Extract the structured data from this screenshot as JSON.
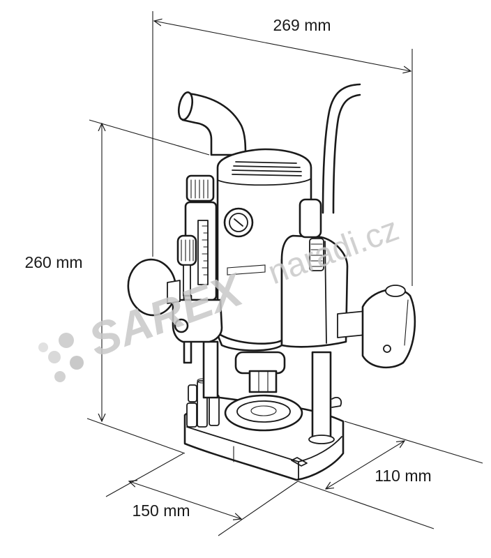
{
  "dimensions": {
    "width": "269 mm",
    "height": "260 mm",
    "base_depth": "110 mm",
    "base_width": "150 mm"
  },
  "watermark": {
    "logo_text": "SAREX",
    "site_text": "naradi.cz",
    "color": "#c8c8c8"
  },
  "colors": {
    "line": "#1a1a1a",
    "background": "#ffffff"
  }
}
